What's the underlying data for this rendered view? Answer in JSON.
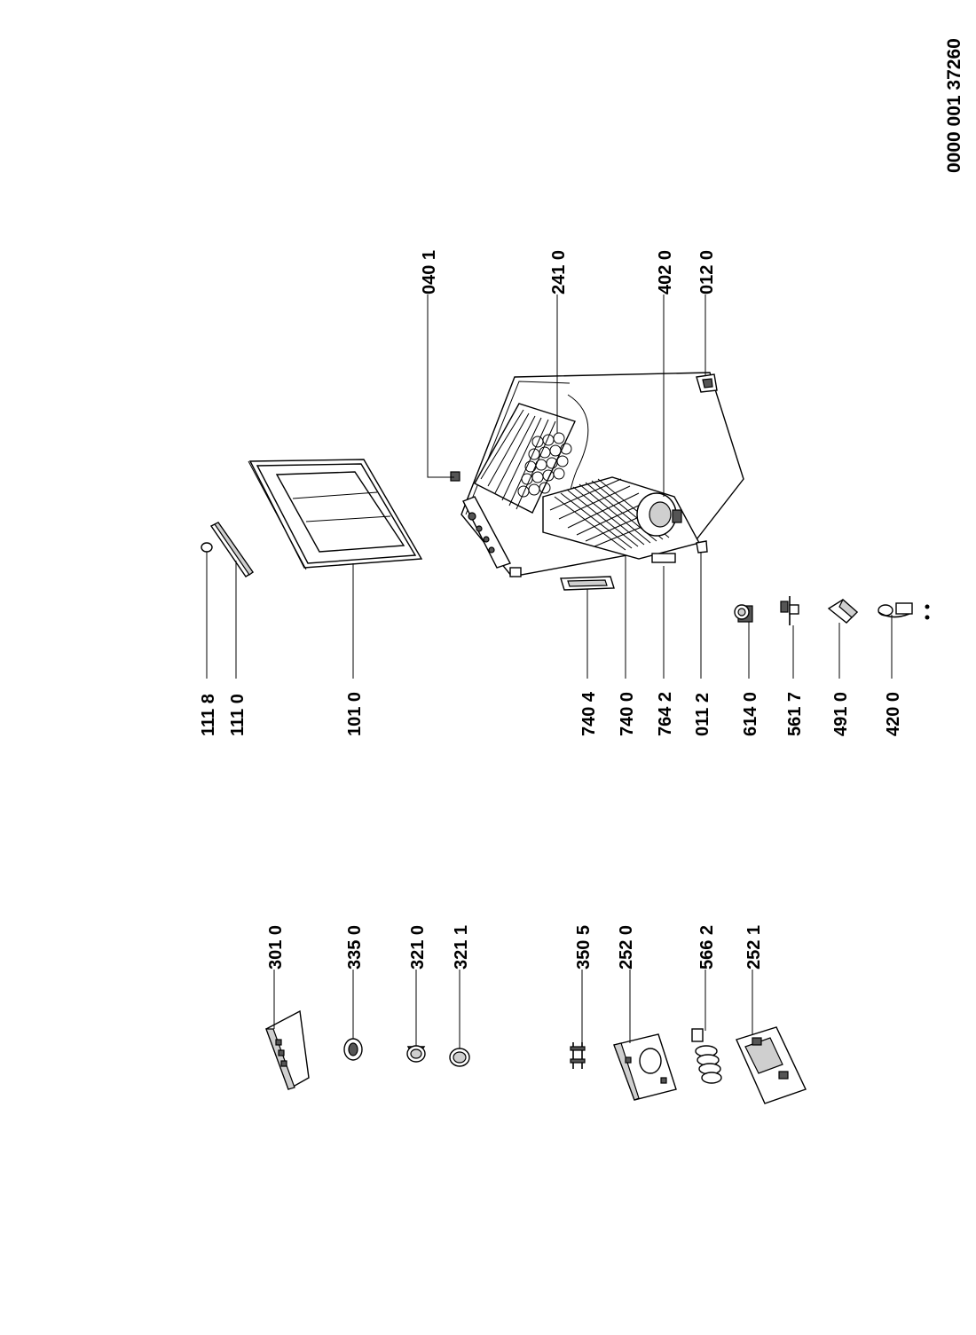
{
  "doc_number": "0000 001 37260",
  "labels": {
    "p3010": "301 0",
    "p3350": "335 0",
    "p3210": "321 0",
    "p3211": "321 1",
    "p3505": "350 5",
    "p2520": "252 0",
    "p5662": "566 2",
    "p2521": "252 1",
    "p1118": "111 8",
    "p1110": "111 0",
    "p1010": "101 0",
    "p7404": "740 4",
    "p7400": "740 0",
    "p7642": "764 2",
    "p0112": "011 2",
    "p6140": "614 0",
    "p5617": "561 7",
    "p4910": "491 0",
    "p4200": "420 0",
    "p0401": "040 1",
    "p2410": "241 0",
    "p4020": "402 0",
    "p0120": "012 0"
  }
}
